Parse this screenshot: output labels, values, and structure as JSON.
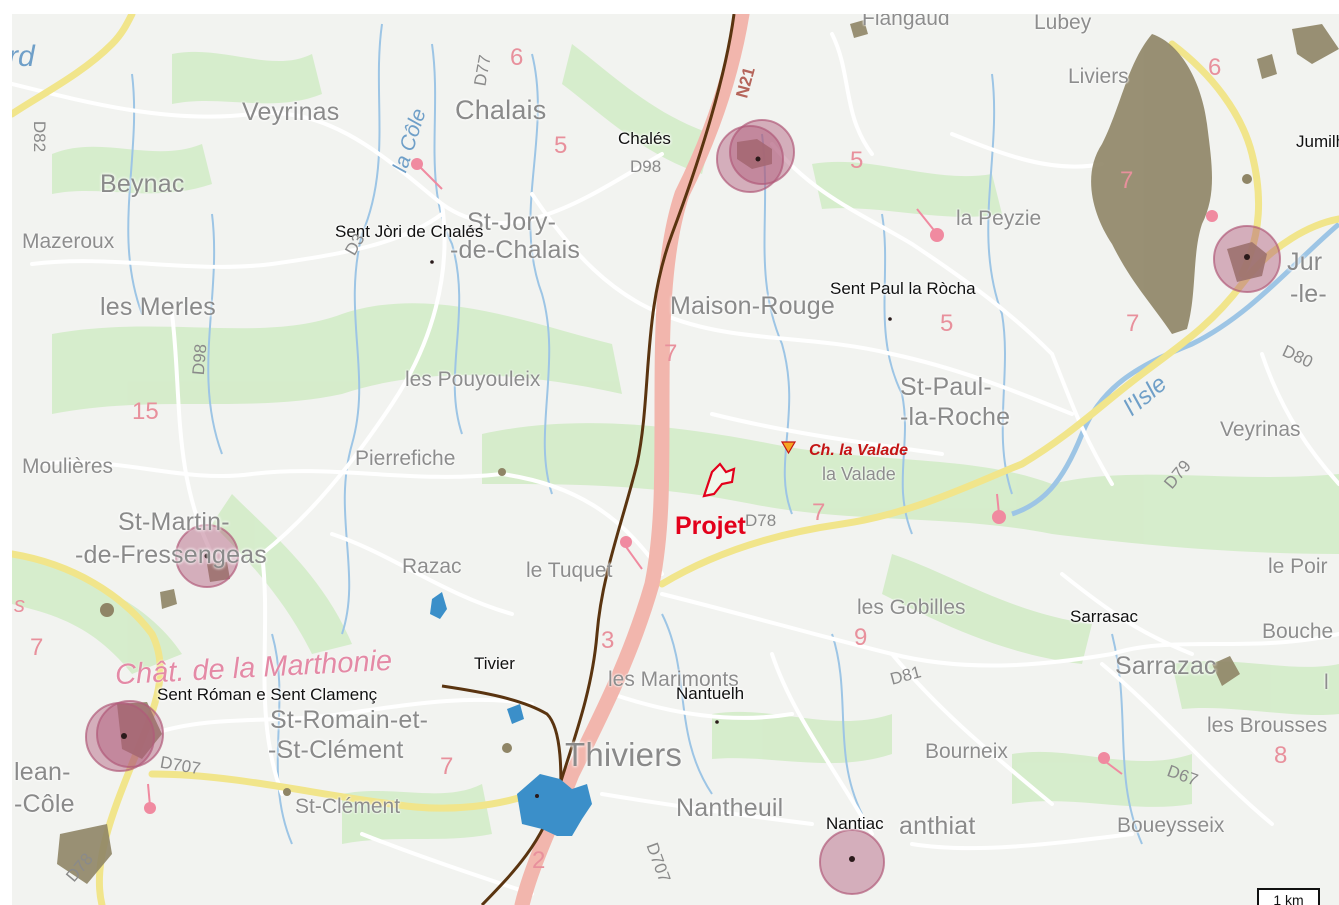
{
  "map": {
    "colors": {
      "background": "#f2f3f0",
      "forest": "#d3ecc8",
      "road_white": "#ffffff",
      "road_yellow": "#f1e58b",
      "road_pink": "#f2b6ad",
      "railway": "#5a3410",
      "water": "#9dc5e5",
      "protection_circle": "#b05a79",
      "heritage_area": "#8f8566",
      "urban_blue": "#3b8fc9",
      "project_outline": "#e3001b"
    },
    "base_towns": [
      "Veyrinas",
      "Chalais",
      "Beynac",
      "St-Jory-",
      "-de-Chalais",
      "Mazeroux",
      "les Merles",
      "Maison-Rouge",
      "les Pouyouleix",
      "St-Paul-",
      "-la-Roche",
      "Pierrefiche",
      "St-Martin-",
      "-de-Fressengeas",
      "Razac",
      "le Tuquet",
      "les Gobilles",
      "les Marimonts",
      "St-Romain-et-",
      "-St-Clément",
      "Thiviers",
      "Nantheuil",
      "St-Clément",
      "Bourneix",
      "Sarrazac",
      "les Brousses",
      "Boueysseix",
      "Veyrinas",
      "la Peyzie",
      "Liviers",
      "Jur",
      "-le-",
      "Moulières",
      "lean-",
      "-Côle",
      "la Valade",
      "Bouche",
      "le Poir",
      "anthiat",
      "Lubey",
      "Flangaud"
    ],
    "occitan_names": [
      "Chalés",
      "Sent Jòri de Chalés",
      "Sent Paul la Ròcha",
      "Tivier",
      "Sent Róman e Sent Clamenç",
      "Nantuelh",
      "Sarrasac",
      "Nantiac",
      "Jumilha"
    ],
    "road_numbers": [
      "D82",
      "D77",
      "D98",
      "D98",
      "D3",
      "D78",
      "D81",
      "D707",
      "D707",
      "D67",
      "D79",
      "D80",
      "D78",
      "N21"
    ],
    "pink_numbers": [
      "6",
      "5",
      "5",
      "15",
      "7",
      "7",
      "5",
      "7",
      "7",
      "3",
      "9",
      "2",
      "8",
      "6",
      "7",
      "7"
    ],
    "rivers": [
      "la Côle",
      "l'Isle"
    ],
    "chateau": "Chât. de la Marthonie",
    "project_label": "Projet",
    "site_label": "Ch. la Valade",
    "scale_label": "1 km",
    "partial_label": "rd",
    "edge_chars": [
      "s",
      "l"
    ],
    "icons": [
      "protection-circle-icon",
      "heritage-area-icon",
      "project-site-icon",
      "chateau-triangle-icon",
      "scale-bar-icon"
    ]
  }
}
